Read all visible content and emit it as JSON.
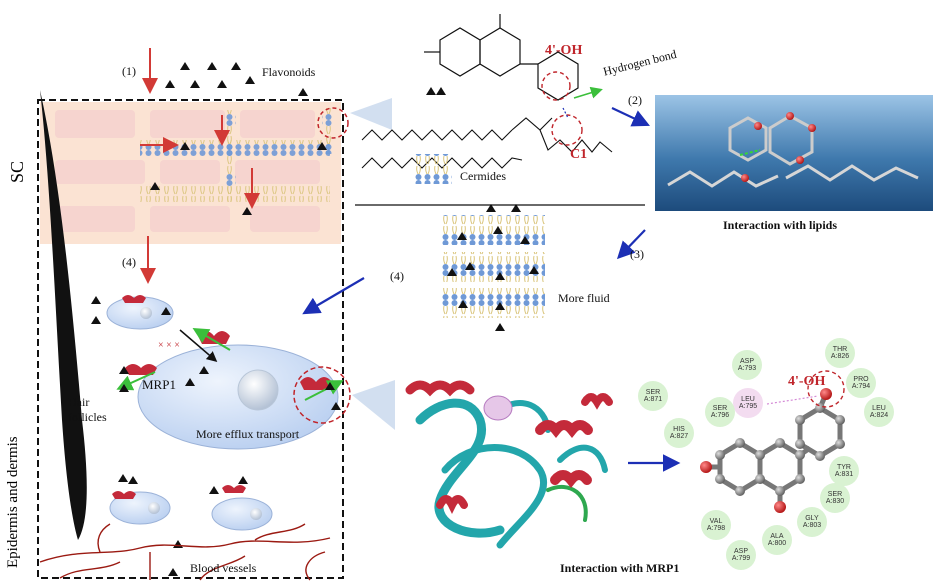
{
  "labels": {
    "step1": "(1)",
    "flavonoids": "Flavonoids",
    "sc": "SC",
    "epidermis": "Epidermis and dermis",
    "step4_left": "(4)",
    "step4_mid": "(4)",
    "step2": "(2)",
    "step3": "(3)",
    "oh_top": "4'-OH",
    "hydrogen_bond": "Hydrogen bond",
    "c1": "C1",
    "cermides": "Cermides",
    "more_fluid": "More fluid",
    "interaction_lipids": "Interaction with lipids",
    "mrp1": "MRP1",
    "hair_follicles_1": "Hair",
    "hair_follicles_2": "follicles",
    "more_efflux": "More efflux transport",
    "blood_vessels": "Blood vessels",
    "interaction_mrp1": "Interaction with MRP1",
    "oh_bottom": "4'-OH",
    "xxx": "× × ×"
  },
  "residues": [
    {
      "name": "ASP\nA:793",
      "pink": false
    },
    {
      "name": "THR\nA:826",
      "pink": false
    },
    {
      "name": "PRO\nA:794",
      "pink": false
    },
    {
      "name": "LEU\nA:824",
      "pink": false
    },
    {
      "name": "SER\nA:871",
      "pink": false
    },
    {
      "name": "LEU\nA:795",
      "pink": true
    },
    {
      "name": "SER\nA:796",
      "pink": false
    },
    {
      "name": "HIS\nA:827",
      "pink": false
    },
    {
      "name": "TYR\nA:831",
      "pink": false
    },
    {
      "name": "SER\nA:830",
      "pink": false
    },
    {
      "name": "GLY\nA:803",
      "pink": false
    },
    {
      "name": "VAL\nA:798",
      "pink": false
    },
    {
      "name": "ALA\nA:800",
      "pink": false
    },
    {
      "name": "ASP\nA:799",
      "pink": false
    }
  ],
  "colors": {
    "red_arrow": "#d23a36",
    "blue_arrow": "#1c2fb5",
    "cell_pink": "#f6d4cf",
    "sc_bg": "#fbe3d3",
    "lipid_head": "#6f99d6",
    "lipid_tail": "#d9c47a",
    "mrp1_protein": "#c42a3a",
    "helix_teal": "#23a6ab",
    "vessel": "#9b1a12"
  }
}
